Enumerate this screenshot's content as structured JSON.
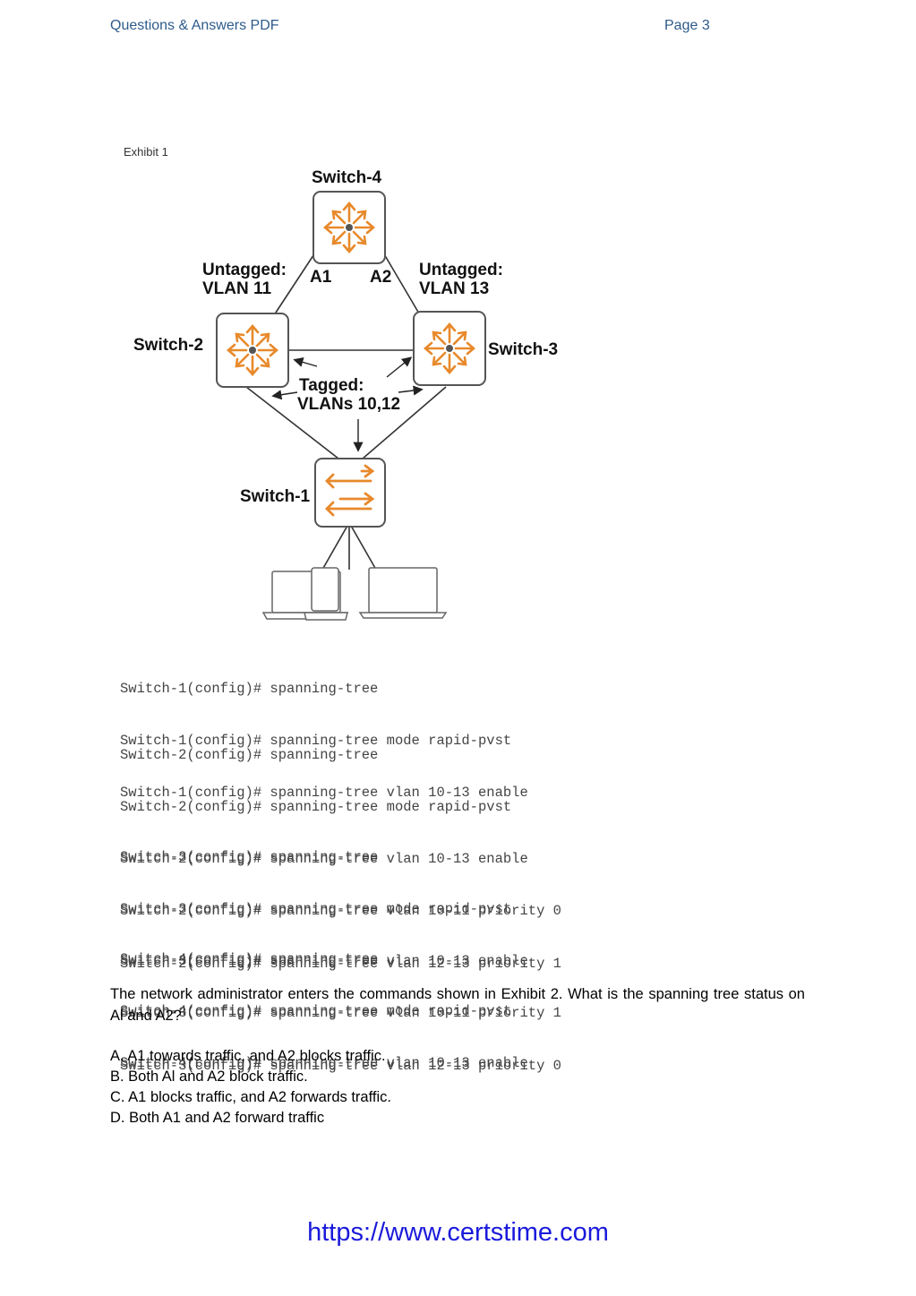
{
  "header": {
    "left": "Questions & Answers PDF",
    "right": "Page 3"
  },
  "exhibit": {
    "label": "Exhibit 1",
    "switch4": "Switch-4",
    "switch3": "Switch-3",
    "switch2": "Switch-2",
    "switch1": "Switch-1",
    "port_a1": "A1",
    "port_a2": "A2",
    "untagged_left_line1": "Untagged:",
    "untagged_left_line2": "VLAN 11",
    "untagged_right_line1": "Untagged:",
    "untagged_right_line2": "VLAN 13",
    "tagged_line1": "Tagged:",
    "tagged_line2": "VLANs 10,12",
    "switch_icon_color": "#e8892b"
  },
  "config_blocks": [
    {
      "lines": [
        "Switch-1(config)# spanning-tree",
        "Switch-1(config)# spanning-tree mode rapid-pvst",
        "Switch-1(config)# spanning-tree vlan 10-13 enable"
      ]
    },
    {
      "lines": [
        "Switch-2(config)# spanning-tree",
        "Switch-2(config)# spanning-tree mode rapid-pvst",
        "Switch-2(config)# spanning-tree vlan 10-13 enable",
        "Switch-2(config)# spanning-tree vlan 10-11 priority 0",
        "Switch-2(config)# spanning-tree vlan 12-13 priority 1"
      ]
    },
    {
      "lines": [
        "Switch-3(config)# spanning-tree",
        "Switch-3(config)# spanning-tree mode rapid-pvst",
        "Switch-3(config)# spanning-tree vlan 10-13 enable",
        "Switch-3(config)# spanning-tree vlan 10-11 priority 1",
        "Switch-3(config)# spanning-tree vlan 12-13 priority 0"
      ]
    },
    {
      "lines": [
        "Switch-4(config)# spanning-tree",
        "Switch-4(config)# spanning-tree mode rapid-pvst",
        "Switch-4(config)# spanning-tree vlan 10-13 enable"
      ]
    }
  ],
  "question": "The network administrator enters the commands shown in Exhibit 2. What is the spanning tree status on Al and A2?",
  "options": [
    "A. A1 towards traffic, and A2 blocks traffic.",
    "B. Both Al and A2 block traffic.",
    "C. A1 blocks traffic, and A2 forwards traffic.",
    "D. Both A1 and A2 forward traffic"
  ],
  "footer": {
    "link": "https://www.certstime.com"
  }
}
